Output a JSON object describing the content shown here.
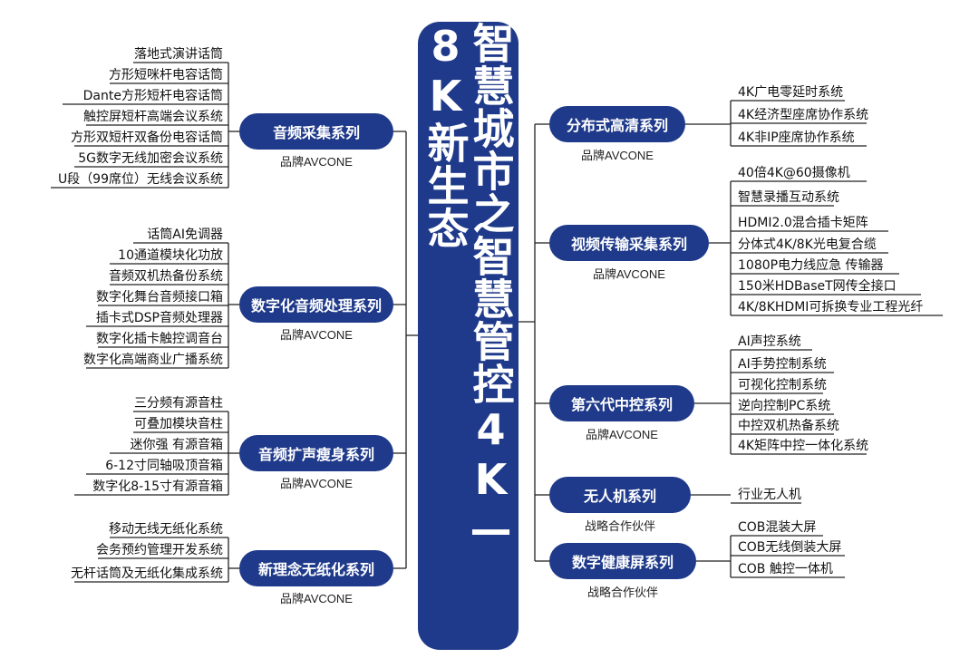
{
  "title": "智慧城市之智慧管控4K—8K新生态",
  "colors": {
    "primary": "#1f3a8a",
    "line": "#222222"
  },
  "left": [
    {
      "name": "音频采集系列",
      "brand": "品牌AVCONE",
      "items": [
        "落地式演讲话筒",
        "方形短咪杆电容话筒",
        "Dante方形短杆电容话筒",
        "触控屏短杆高端会议系统",
        "方形双短杆双备份电容话筒",
        "5G数字无线加密会议系统",
        "U段（99席位）无线会议系统"
      ]
    },
    {
      "name": "数字化音频处理系列",
      "brand": "品牌AVCONE",
      "items": [
        "话筒AI免调器",
        "10通道模块化功放",
        "音频双机热备份系统",
        "数字化舞台音频接口箱",
        "插卡式DSP音频处理器",
        "数字化插卡触控调音台",
        "数字化高端商业广播系统"
      ]
    },
    {
      "name": "音频扩声瘦身系列",
      "brand": "品牌AVCONE",
      "items": [
        "三分频有源音柱",
        "可叠加模块音柱",
        "迷你强  有源音箱",
        "6-12寸同轴吸顶音箱",
        "数字化8-15寸有源音箱"
      ]
    },
    {
      "name": "新理念无纸化系列",
      "brand": "品牌AVCONE",
      "items": [
        "移动无线无纸化系统",
        "会务预约管理开发系统",
        "无杆话筒及无纸化集成系统"
      ]
    }
  ],
  "right": [
    {
      "name": "分布式高清系列",
      "brand": "品牌AVCONE",
      "items": [
        "4K广电零延时系统",
        "4K经济型座席协作系统",
        "4K非IP座席协作系统"
      ]
    },
    {
      "name": "视频传输采集系列",
      "brand": "品牌AVCONE",
      "items": [
        "40倍4K@60摄像机",
        "智慧录播互动系统",
        "HDMI2.0混合插卡矩阵",
        "分体式4K/8K光电复合缆",
        "1080P电力线应急 传输器",
        "150米HDBaseT网传全接口",
        "4K/8KHDMI可拆换专业工程光纤"
      ]
    },
    {
      "name": "第六代中控系列",
      "brand": "品牌AVCONE",
      "items": [
        "AI声控系统",
        "AI手势控制系统",
        "可视化控制系统",
        "逆向控制PC系统",
        "中控双机热备系统",
        "4K矩阵中控一体化系统"
      ]
    },
    {
      "name": "无人机系列",
      "brand": "战略合作伙伴",
      "items": [
        "行业无人机"
      ]
    },
    {
      "name": "数字健康屏系列",
      "brand": "战略合作伙伴",
      "items": [
        "COB混装大屏",
        "COB无线倒装大屏",
        "COB 触控一体机"
      ]
    }
  ]
}
